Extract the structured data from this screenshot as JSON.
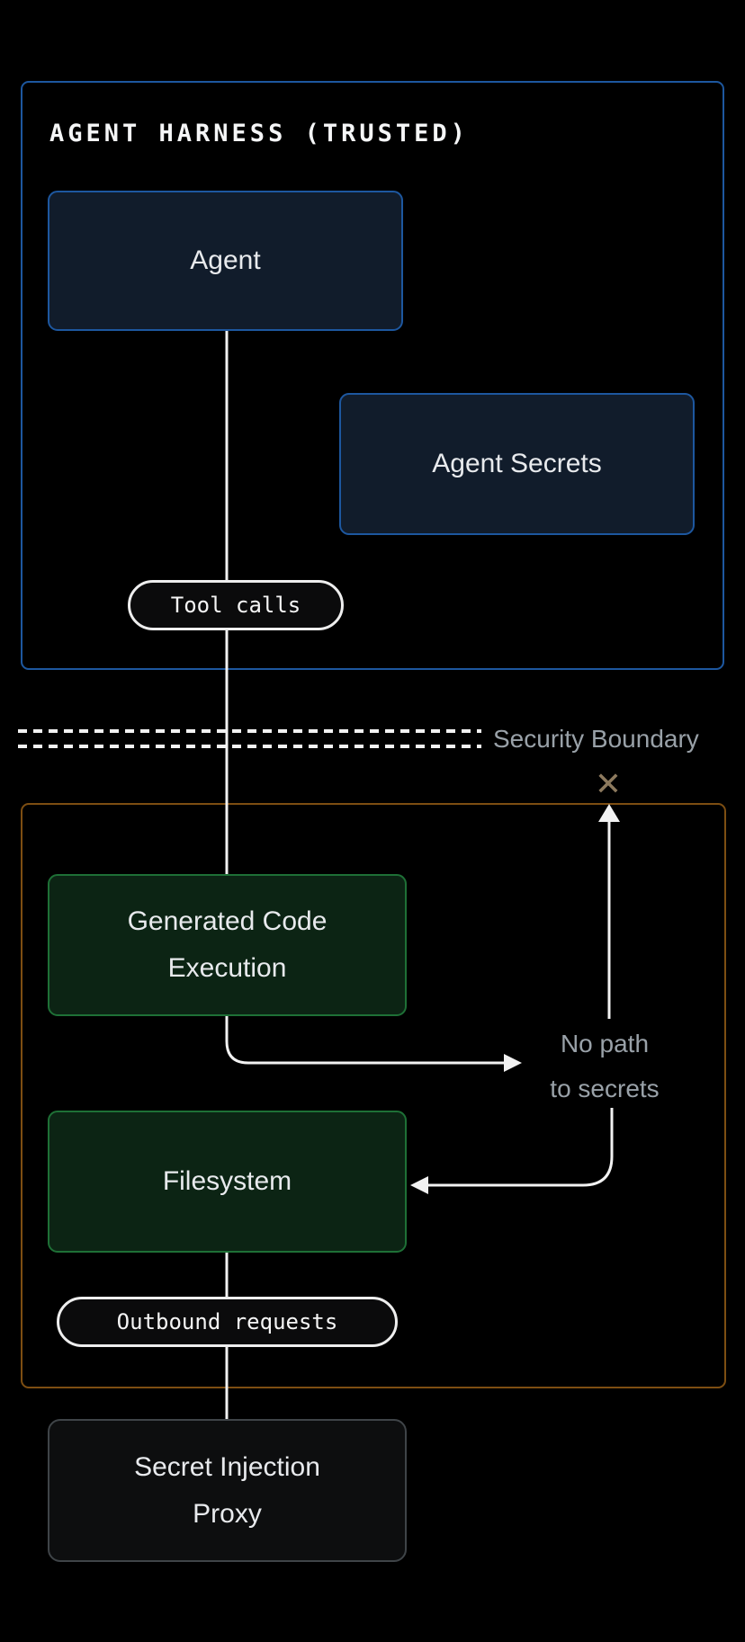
{
  "diagram": {
    "trusted_zone": {
      "title": "AGENT HARNESS (TRUSTED)",
      "agent_label": "Agent",
      "agent_secrets_label": "Agent Secrets",
      "tool_calls_pill": "Tool calls"
    },
    "boundary": {
      "label": "Security Boundary"
    },
    "sandbox_zone": {
      "generated_code_lines": [
        "Generated Code",
        "Execution"
      ],
      "filesystem_label": "Filesystem",
      "outbound_pill": "Outbound requests",
      "no_path_lines": [
        "No path",
        "to secrets"
      ],
      "blocked_x_icon": "✕"
    },
    "proxy_lines": [
      "Secret Injection",
      "Proxy"
    ],
    "colors": {
      "background": "#000000",
      "trusted_border": "#1d579f",
      "trusted_node_fill": "#111c2b",
      "sandbox_border": "#7d4e12",
      "sandbox_node_border": "#1e7036",
      "sandbox_node_fill": "#0c2414",
      "proxy_border": "#3f4448",
      "proxy_fill": "#0d0e0f",
      "connector": "#f2f2f2",
      "muted_text": "#99a1a8",
      "blocked_x": "#8d7a5e",
      "node_text": "#e8eaed"
    }
  }
}
